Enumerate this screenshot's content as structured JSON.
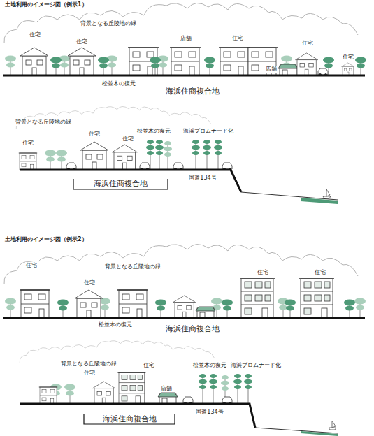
{
  "diagram": {
    "labels": [
      "土地利用のイメージ図（例示1）",
      "背景となる丘陵地の緑",
      "住宅",
      "住宅",
      "店舗",
      "住宅",
      "住宅",
      "店舗",
      "住宅",
      "松並木の復元",
      "海浜住商複合地",
      "背景となる丘陵地の緑",
      "住宅",
      "住宅",
      "住宅",
      "松並木の復元",
      "海浜プロムナード化",
      "海浜住商複合地",
      "国道134号",
      "土地利用のイメージ図（例示2）",
      "住宅",
      "背景となる丘陵地の緑",
      "住宅",
      "住宅",
      "住宅",
      "松並木の復元",
      "海浜住商複合地",
      "背景となる丘陵地の緑",
      "住宅",
      "住宅",
      "店舗",
      "松並木の復元",
      "海浜プロムナード化",
      "海浜住商複合地",
      "国道134号"
    ]
  }
}
